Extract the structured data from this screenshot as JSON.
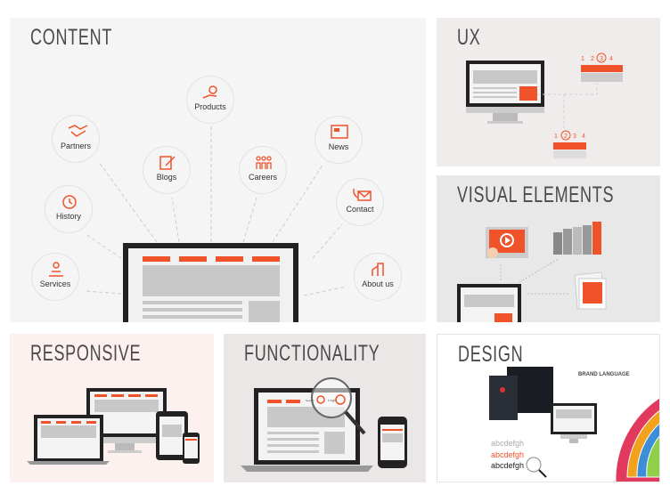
{
  "panels": {
    "content": {
      "title": "CONTENT",
      "nodes": [
        "Products",
        "Partners",
        "Blogs",
        "Careers",
        "News",
        "History",
        "Contact",
        "Services",
        "About us"
      ]
    },
    "ux": {
      "title": "UX",
      "steps_a": [
        "1",
        "2",
        "3",
        "4"
      ],
      "steps_b": [
        "1",
        "2",
        "3",
        "4"
      ]
    },
    "visual": {
      "title": "VISUAL ELEMENTS"
    },
    "responsive": {
      "title": "RESPONSIVE"
    },
    "functionality": {
      "title": "FUNCTIONALITY",
      "search": "Search",
      "login": "Login"
    },
    "design": {
      "title": "DESIGN",
      "brand": "BRAND LANGUAGE",
      "fonts": [
        "abcdefgh",
        "abcdefgh",
        "abcdefgh"
      ]
    }
  },
  "colors": {
    "accent": "#f0532a",
    "gray": "#c8c8c8",
    "dark": "#222222"
  }
}
